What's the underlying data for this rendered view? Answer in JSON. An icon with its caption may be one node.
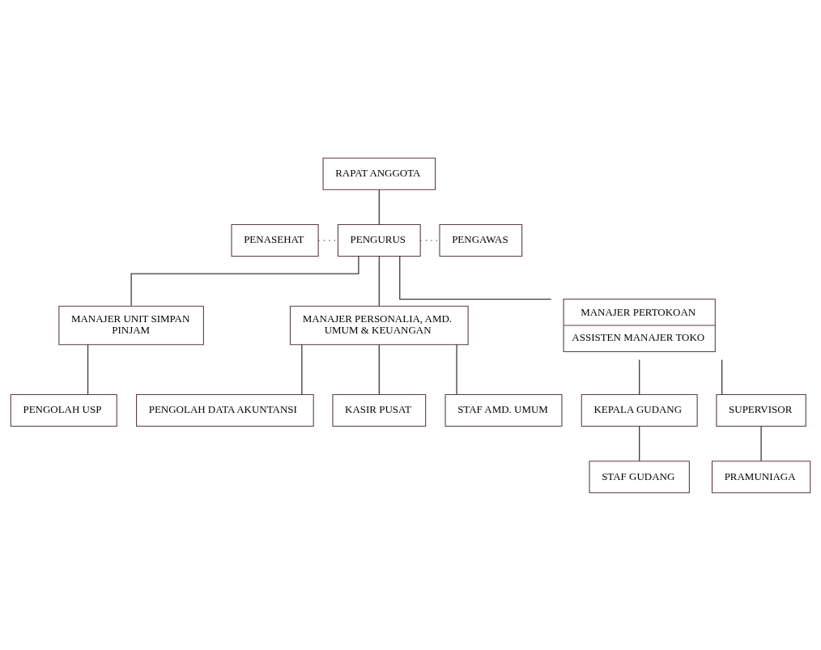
{
  "diagram": {
    "nodes": [
      {
        "text": [
          "RAPAT ANGGOTA"
        ]
      },
      {
        "text": [
          "PENASEHAT"
        ]
      },
      {
        "text": [
          "PENGURUS"
        ]
      },
      {
        "text": [
          "PENGAWAS"
        ]
      },
      {
        "text": [
          "MANAJER UNIT SIMPAN PINJAM"
        ]
      },
      {
        "text": [
          "MANAJER PERSONALIA, AMD. UMUM & KEUANGAN"
        ]
      },
      {
        "text": [
          "MANAJER PERTOKOAN",
          "ASSISTEN MANAJER TOKO"
        ]
      },
      {
        "text": [
          "PENGOLAH USP"
        ]
      },
      {
        "text": [
          "PENGOLAH DATA AKUNTANSI"
        ]
      },
      {
        "text": [
          "KASIR PUSAT"
        ]
      },
      {
        "text": [
          "STAF AMD. UMUM"
        ]
      },
      {
        "text": [
          "KEPALA GUDANG"
        ]
      },
      {
        "text": [
          "SUPERVISOR"
        ]
      },
      {
        "text": [
          "STAF GUDANG"
        ]
      },
      {
        "text": [
          "PRAMUNIAGA"
        ]
      }
    ],
    "edges": [
      {
        "from": 0,
        "to": 2,
        "arrow": "none"
      },
      {
        "from": 1,
        "to": 2,
        "arrow": "none",
        "style": "dashed"
      },
      {
        "from": 2,
        "to": 3,
        "arrow": "none",
        "style": "dashed"
      },
      {
        "from": 2,
        "to": 4,
        "arrow": "none"
      },
      {
        "from": 2,
        "to": 5,
        "arrow": "none"
      },
      {
        "from": 2,
        "to": 6,
        "arrow": "none"
      },
      {
        "from": 4,
        "to": 7,
        "arrow": "none"
      },
      {
        "from": 5,
        "to": 8,
        "arrow": "none"
      },
      {
        "from": 5,
        "to": 9,
        "arrow": "none"
      },
      {
        "from": 5,
        "to": 10,
        "arrow": "none"
      },
      {
        "from": 6,
        "to": 11,
        "arrow": "none"
      },
      {
        "from": 6,
        "to": 12,
        "arrow": "none"
      },
      {
        "from": 11,
        "to": 13,
        "arrow": "none"
      },
      {
        "from": 12,
        "to": 14,
        "arrow": "none"
      }
    ]
  }
}
